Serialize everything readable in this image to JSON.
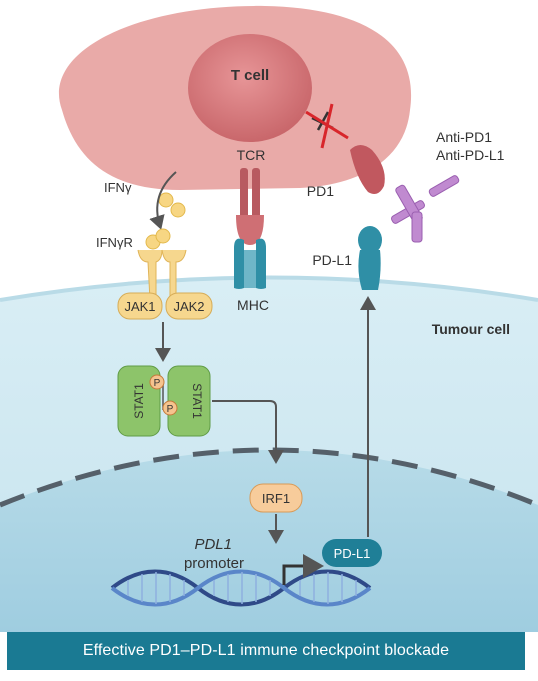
{
  "labels": {
    "t_cell": "T cell",
    "tcr": "TCR",
    "mhc": "MHC",
    "ifng": "IFNγ",
    "ifngr": "IFNγR",
    "jak1": "JAK1",
    "jak2": "JAK2",
    "stat1_left": "STAT1",
    "stat1_right": "STAT1",
    "phospho": "P",
    "pd1": "PD1",
    "anti_pd1": "Anti-PD1",
    "anti_pdl1": "Anti-PD-L1",
    "pdl1_membrane": "PD-L1",
    "tumour_cell": "Tumour cell",
    "irf1": "IRF1",
    "pdl1_gene": "PDL1",
    "promoter": "promoter",
    "pdl1_protein": "PD-L1"
  },
  "caption": "Effective PD1–PD-L1 immune checkpoint blockade",
  "colors": {
    "t_cell_body": "#e9a9a7",
    "t_cell_nucleus": "#d37b7d",
    "tumour_cytoplasm": "#cfe7ef",
    "tumour_nucleus": "#a9d3e2",
    "receptor_teal": "#2f8fa6",
    "jak_fill": "#f6d78e",
    "stat_fill": "#8dc46a",
    "antibody": "#b47bc4",
    "block_cross": "#d8262b",
    "caption_bg": "#1a7a93"
  },
  "icons": [
    "ifng-ligand-icon",
    "ifngr-receptor-icon",
    "tcr-receptor-icon",
    "mhc-complex-icon",
    "pd1-receptor-icon",
    "pdl1-receptor-icon",
    "antibody-icon",
    "block-cross-icon",
    "dna-helix-icon"
  ]
}
